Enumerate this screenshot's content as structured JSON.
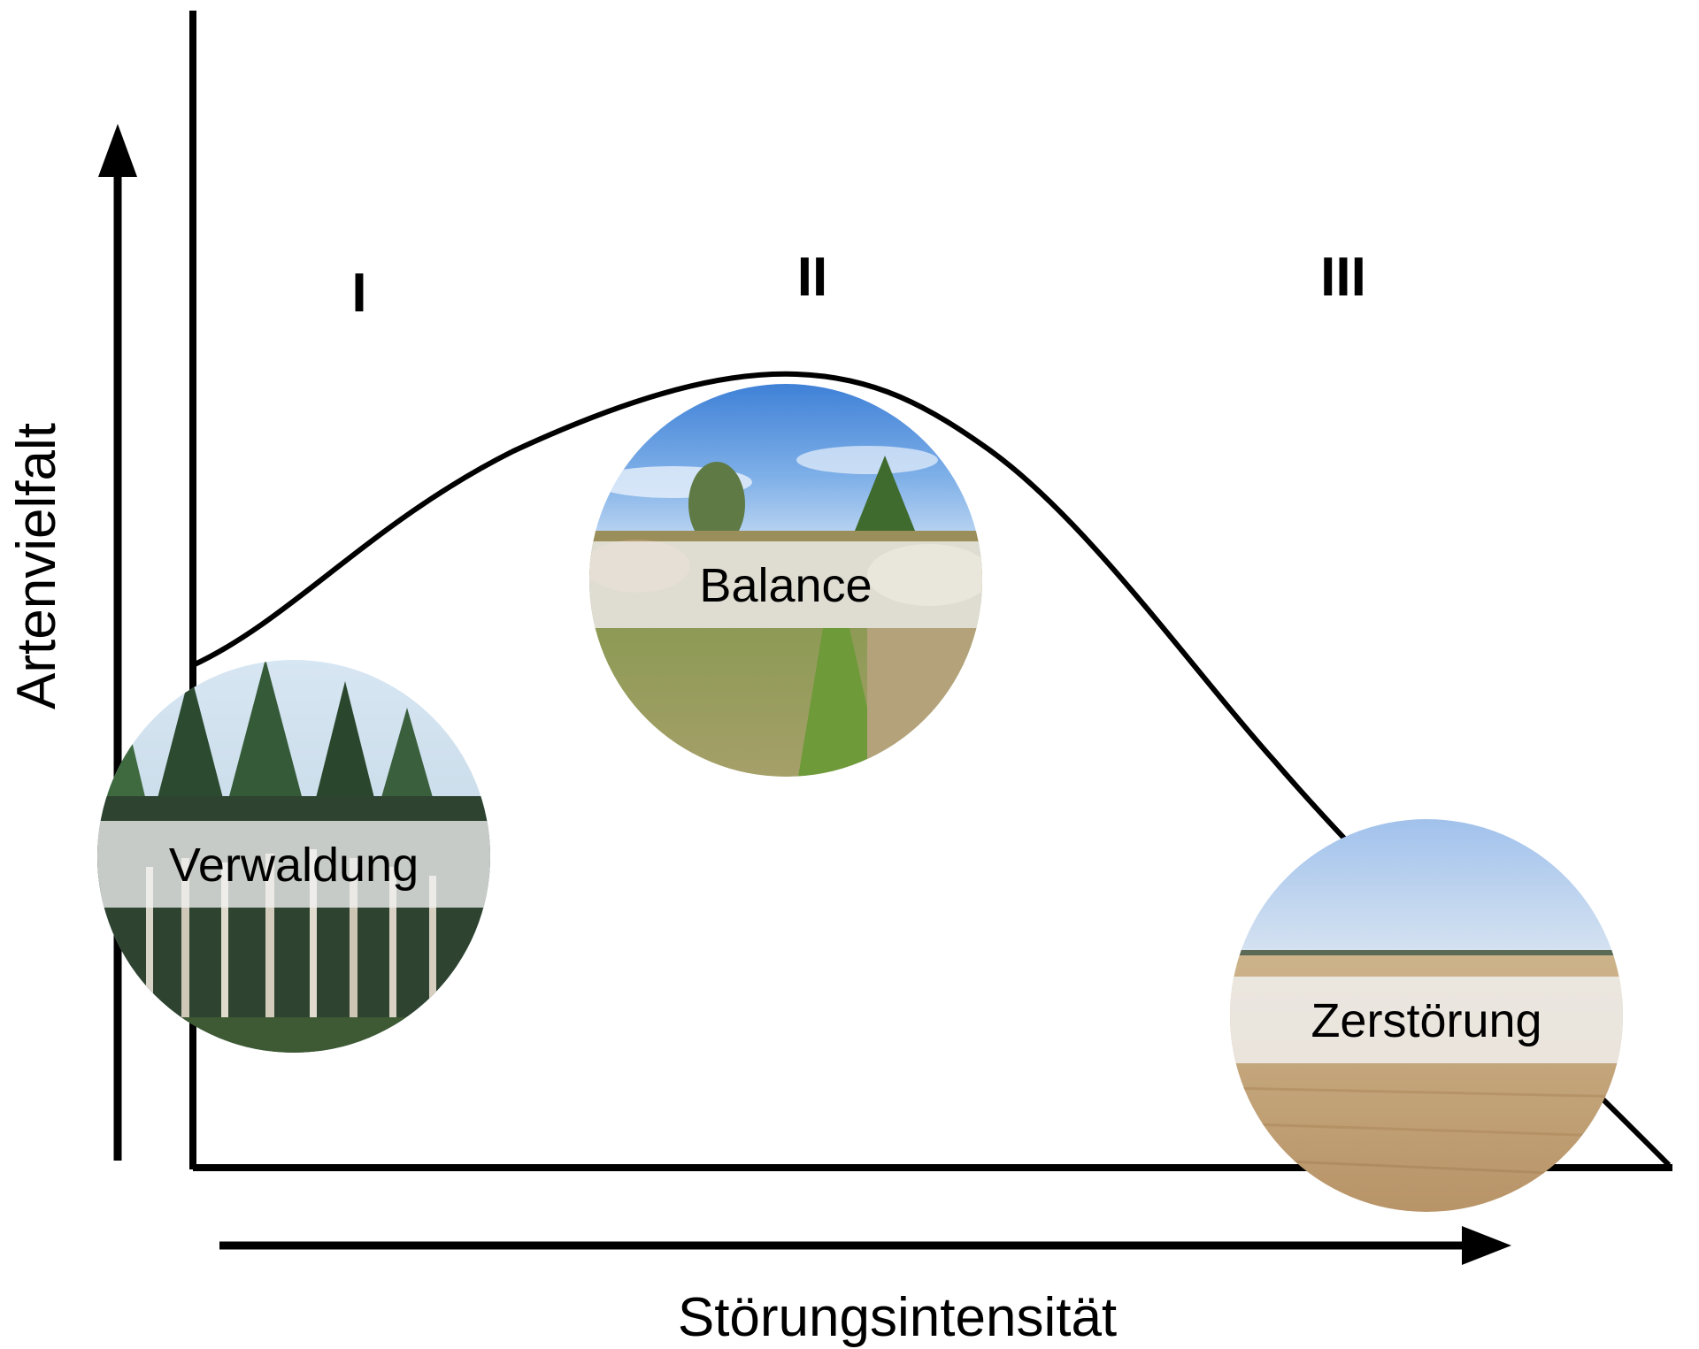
{
  "x_axis_label": "Störungsintensität",
  "y_axis_label": "Artenvielfalt",
  "zones": [
    "I",
    "II",
    "III"
  ],
  "states": [
    {
      "id": "forest",
      "label": "Verwaldung"
    },
    {
      "id": "balance",
      "label": "Balance"
    },
    {
      "id": "field",
      "label": "Zerstörung"
    }
  ],
  "colors": {
    "line": "#000000",
    "sky": "#a9c8ea",
    "sky_deep": "#4f88d6",
    "forest_dark": "#2f4a2e",
    "grass": "#7f9a3d",
    "dry_grass": "#b8a57a",
    "field": "#c9aa7c",
    "label_band": "rgba(240,240,240,0.78)"
  }
}
